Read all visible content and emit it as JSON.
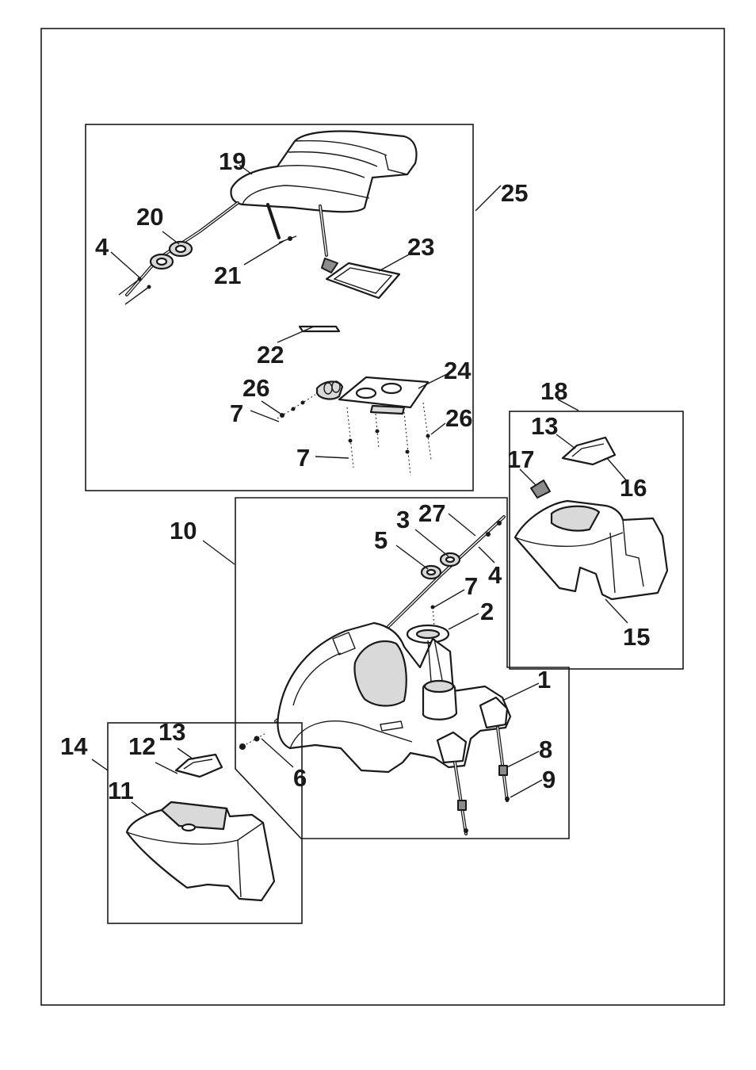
{
  "callouts": [
    {
      "id": "c19",
      "text": "19"
    },
    {
      "id": "c20",
      "text": "20"
    },
    {
      "id": "c4a",
      "text": "4"
    },
    {
      "id": "c21",
      "text": "21"
    },
    {
      "id": "c23",
      "text": "23"
    },
    {
      "id": "c25",
      "text": "25"
    },
    {
      "id": "c22",
      "text": "22"
    },
    {
      "id": "c24",
      "text": "24"
    },
    {
      "id": "c26a",
      "text": "26"
    },
    {
      "id": "c7a",
      "text": "7"
    },
    {
      "id": "c26b",
      "text": "26"
    },
    {
      "id": "c7b",
      "text": "7"
    },
    {
      "id": "c18",
      "text": "18"
    },
    {
      "id": "c13a",
      "text": "13"
    },
    {
      "id": "c17",
      "text": "17"
    },
    {
      "id": "c16",
      "text": "16"
    },
    {
      "id": "c15",
      "text": "15"
    },
    {
      "id": "c10",
      "text": "10"
    },
    {
      "id": "c3",
      "text": "3"
    },
    {
      "id": "c27",
      "text": "27"
    },
    {
      "id": "c5",
      "text": "5"
    },
    {
      "id": "c4b",
      "text": "4"
    },
    {
      "id": "c7c",
      "text": "7"
    },
    {
      "id": "c2",
      "text": "2"
    },
    {
      "id": "c1",
      "text": "1"
    },
    {
      "id": "c8",
      "text": "8"
    },
    {
      "id": "c9",
      "text": "9"
    },
    {
      "id": "c6",
      "text": "6"
    },
    {
      "id": "c14",
      "text": "14"
    },
    {
      "id": "c12",
      "text": "12"
    },
    {
      "id": "c13b",
      "text": "13"
    },
    {
      "id": "c11",
      "text": "11"
    }
  ],
  "colors": {
    "ink": "#1a1a1a",
    "paper": "#ffffff",
    "shade": "#d9d9d9"
  }
}
